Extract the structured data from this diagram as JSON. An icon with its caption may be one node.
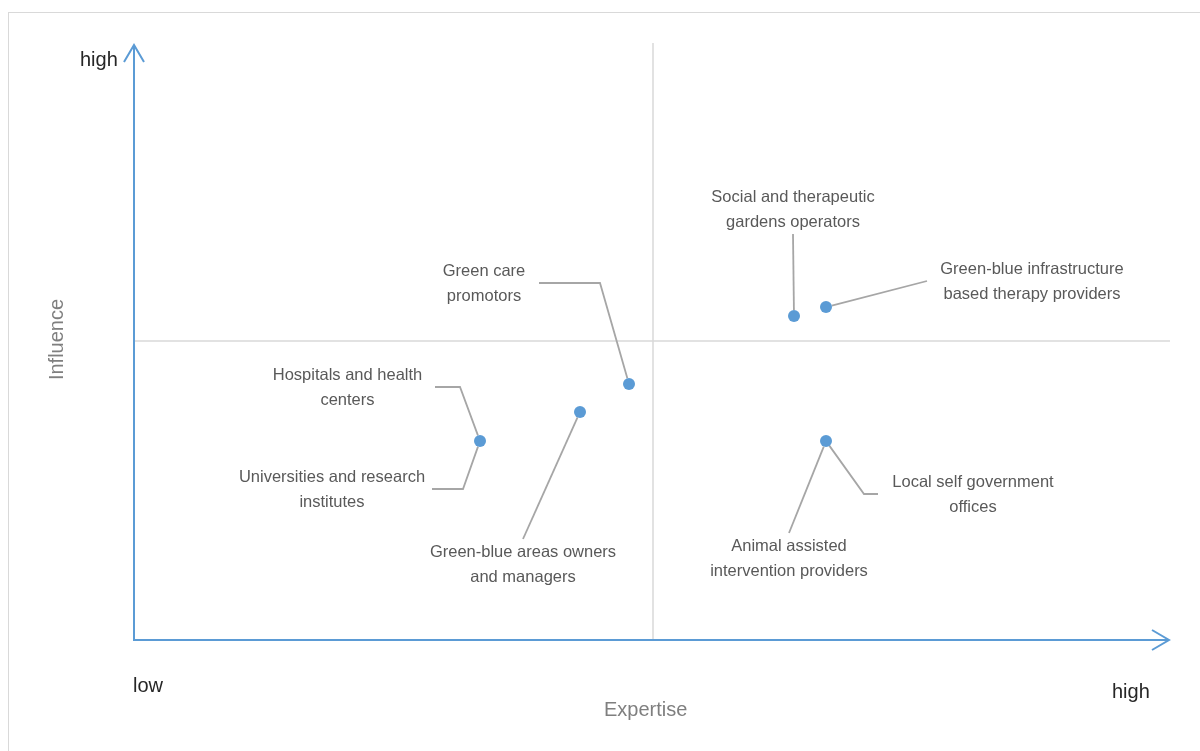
{
  "diagram": {
    "nodes": [
      {
        "text": [
          "Social and therapeutic gardens operators"
        ]
      },
      {
        "text": [
          "Green care promotors"
        ]
      },
      {
        "text": [
          "Green-blue infrastructure based therapy providers"
        ]
      },
      {
        "text": [
          "Hospitals and health centers"
        ]
      },
      {
        "text": [
          "Universities and research institutes"
        ]
      },
      {
        "text": [
          "Local self government offices"
        ]
      },
      {
        "text": [
          "Green-blue areas owners and managers"
        ]
      },
      {
        "text": [
          "Animal assisted intervention providers"
        ]
      },
      {
        "text": [],
        "shape": "circle"
      },
      {
        "text": [],
        "shape": "circle"
      },
      {
        "text": [],
        "shape": "circle"
      },
      {
        "text": [],
        "shape": "circle"
      },
      {
        "text": [],
        "shape": "circle"
      },
      {
        "text": [],
        "shape": "circle"
      }
    ],
    "edges": [
      {
        "from": 0,
        "to": 11,
        "arrow": "none"
      },
      {
        "from": 1,
        "to": 10,
        "arrow": "none"
      },
      {
        "from": 2,
        "to": 12,
        "arrow": "none"
      },
      {
        "from": 3,
        "to": 8,
        "arrow": "none"
      },
      {
        "from": 4,
        "to": 8,
        "arrow": "none"
      },
      {
        "from": 5,
        "to": 13,
        "arrow": "none"
      },
      {
        "from": 6,
        "to": 9,
        "arrow": "none"
      },
      {
        "from": 7,
        "to": 13,
        "arrow": "none"
      }
    ],
    "labels": [
      "high",
      "Influence",
      "low",
      "high",
      "Expertise"
    ]
  }
}
